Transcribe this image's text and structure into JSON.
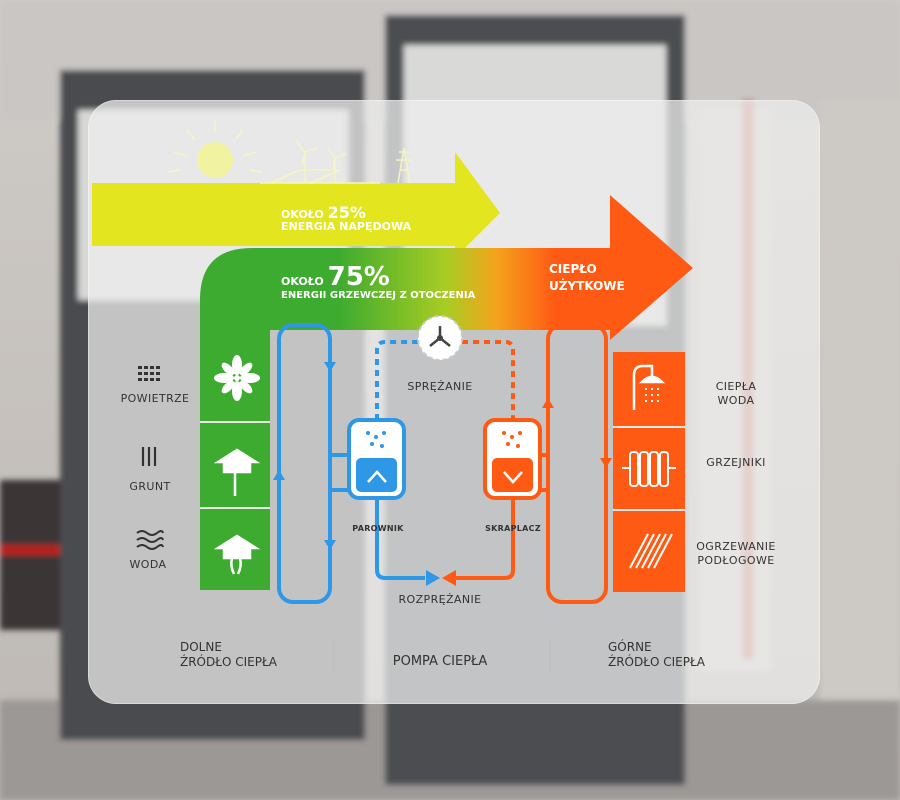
{
  "drive_energy": {
    "prefix": "OKOŁO",
    "percent": "25%",
    "label": "ENERGIA NAPĘDOWA"
  },
  "ambient_energy": {
    "prefix": "OKOŁO",
    "percent": "75%",
    "label": "ENERGII GRZEWCZEJ Z OTOCZENIA"
  },
  "useful_heat": {
    "line1": "CIEPŁO",
    "line2": "UŻYTKOWE"
  },
  "process": {
    "compression": "SPRĘŻANIE",
    "evaporator": "PAROWNIK",
    "condenser": "SKRAPLACZ",
    "expansion": "ROZPRĘŻANIE"
  },
  "lower_sources": [
    {
      "label": "POWIETRZE",
      "icon": "air-grille-icon",
      "tile_icon": "fan-icon"
    },
    {
      "label": "GRUNT",
      "icon": "ground-probes-icon",
      "tile_icon": "ground-house-icon"
    },
    {
      "label": "WODA",
      "icon": "water-waves-icon",
      "tile_icon": "water-house-icon"
    }
  ],
  "upper_sinks": [
    {
      "line1": "CIEPŁA",
      "line2": "WODA",
      "icon": "shower-icon"
    },
    {
      "line1": "GRZEJNIKI",
      "line2": "",
      "icon": "radiator-icon"
    },
    {
      "line1": "OGRZEWANIE",
      "line2": "PODŁOGOWE",
      "icon": "floor-heating-icon"
    }
  ],
  "footer": {
    "lower_source": {
      "line1": "DOLNE",
      "line2": "ŹRÓDŁO CIEPŁA"
    },
    "pump": "POMPA CIEPŁA",
    "upper_source": {
      "line1": "GÓRNE",
      "line2": "ŹRÓDŁO CIEPŁA"
    }
  },
  "colors": {
    "yellow": "#e3e61e",
    "green": "#3dab2f",
    "orange": "#ff5a14",
    "blue": "#2e97e6",
    "panel": "#eeeeee"
  }
}
